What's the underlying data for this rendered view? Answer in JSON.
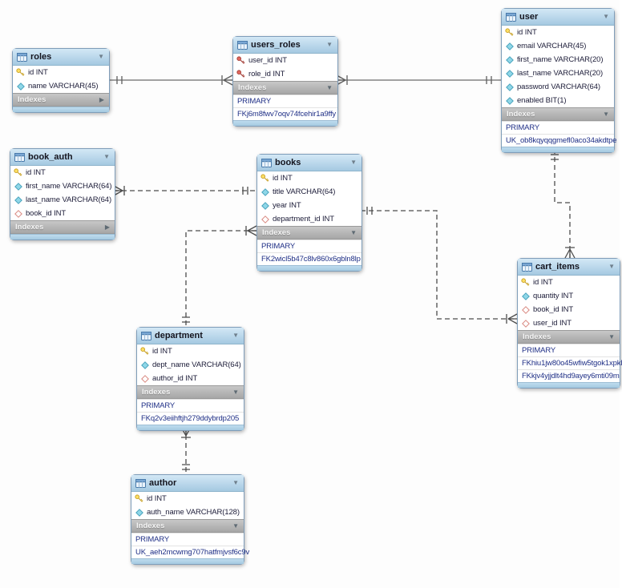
{
  "diagram": {
    "labels": {
      "indexes": "Indexes"
    },
    "colors": {
      "table_header": "#a5c9e1",
      "indexes_bar": "#a6a6a6",
      "index_text": "#1f2f86",
      "line_solid": "#6b6b6b",
      "line_dashed": "#4d4d4d",
      "pk_icon": "#ffe066",
      "pkfk_icon": "#d9534f",
      "notnull_icon": "#8fd7e8",
      "fk_icon": "#d98880"
    },
    "tables": [
      {
        "id": "roles",
        "name": "roles",
        "fields": [
          {
            "icon": "primary-key-icon",
            "label": "id INT"
          },
          {
            "icon": "not-null-icon",
            "label": "name VARCHAR(45)"
          }
        ],
        "indexes_collapsed": true,
        "indexes": []
      },
      {
        "id": "users_roles",
        "name": "users_roles",
        "fields": [
          {
            "icon": "primary-foreign-key-icon",
            "label": "user_id INT"
          },
          {
            "icon": "primary-foreign-key-icon",
            "label": "role_id INT"
          }
        ],
        "indexes_collapsed": false,
        "indexes": [
          "PRIMARY",
          "FKj6m8fwv7oqv74fcehir1a9ffy"
        ]
      },
      {
        "id": "user",
        "name": "user",
        "fields": [
          {
            "icon": "primary-key-icon",
            "label": "id INT"
          },
          {
            "icon": "not-null-icon",
            "label": "email VARCHAR(45)"
          },
          {
            "icon": "not-null-icon",
            "label": "first_name VARCHAR(20)"
          },
          {
            "icon": "not-null-icon",
            "label": "last_name VARCHAR(20)"
          },
          {
            "icon": "not-null-icon",
            "label": "password VARCHAR(64)"
          },
          {
            "icon": "not-null-icon",
            "label": "enabled BIT(1)"
          }
        ],
        "indexes_collapsed": false,
        "indexes": [
          "PRIMARY",
          "UK_ob8kqyqqgmefl0aco34akdtpe"
        ]
      },
      {
        "id": "book_auth",
        "name": "book_auth",
        "fields": [
          {
            "icon": "primary-key-icon",
            "label": "id INT"
          },
          {
            "icon": "not-null-icon",
            "label": "first_name VARCHAR(64)"
          },
          {
            "icon": "not-null-icon",
            "label": "last_name VARCHAR(64)"
          },
          {
            "icon": "foreign-key-icon",
            "label": "book_id INT"
          }
        ],
        "indexes_collapsed": true,
        "indexes": []
      },
      {
        "id": "books",
        "name": "books",
        "fields": [
          {
            "icon": "primary-key-icon",
            "label": "id INT"
          },
          {
            "icon": "not-null-icon",
            "label": "title VARCHAR(64)"
          },
          {
            "icon": "not-null-icon",
            "label": "year INT"
          },
          {
            "icon": "foreign-key-icon",
            "label": "department_id INT"
          }
        ],
        "indexes_collapsed": false,
        "indexes": [
          "PRIMARY",
          "FK2wicl5b47c8lv860x6gbln8lp"
        ]
      },
      {
        "id": "cart_items",
        "name": "cart_items",
        "fields": [
          {
            "icon": "primary-key-icon",
            "label": "id INT"
          },
          {
            "icon": "not-null-icon",
            "label": "quantity INT"
          },
          {
            "icon": "foreign-key-icon",
            "label": "book_id INT"
          },
          {
            "icon": "foreign-key-icon",
            "label": "user_id INT"
          }
        ],
        "indexes_collapsed": false,
        "indexes": [
          "PRIMARY",
          "FKhiu1jw80o45wfiw5tgok1xpkl",
          "FKkjv4yjjdlt4hd9ayey6mti09m"
        ]
      },
      {
        "id": "department",
        "name": "department",
        "fields": [
          {
            "icon": "primary-key-icon",
            "label": "id INT"
          },
          {
            "icon": "not-null-icon",
            "label": "dept_name VARCHAR(64)"
          },
          {
            "icon": "foreign-key-icon",
            "label": "author_id INT"
          }
        ],
        "indexes_collapsed": false,
        "indexes": [
          "PRIMARY",
          "FKq2v3eiihftjh279ddybrdp205"
        ]
      },
      {
        "id": "author",
        "name": "author",
        "fields": [
          {
            "icon": "primary-key-icon",
            "label": "id INT"
          },
          {
            "icon": "not-null-icon",
            "label": "auth_name VARCHAR(128)"
          }
        ],
        "indexes_collapsed": false,
        "indexes": [
          "PRIMARY",
          "UK_aeh2mcwmg707hatfmjvsf6c9v"
        ]
      }
    ],
    "relationships": [
      {
        "from": "roles",
        "to": "users_roles",
        "style": "solid",
        "cardinality": "one-to-many"
      },
      {
        "from": "user",
        "to": "users_roles",
        "style": "solid",
        "cardinality": "one-to-many"
      },
      {
        "from": "books",
        "to": "book_auth",
        "style": "dashed",
        "cardinality": "one-to-many"
      },
      {
        "from": "books",
        "to": "cart_items",
        "style": "dashed",
        "cardinality": "one-to-many"
      },
      {
        "from": "user",
        "to": "cart_items",
        "style": "dashed",
        "cardinality": "one-to-many"
      },
      {
        "from": "department",
        "to": "books",
        "style": "dashed",
        "cardinality": "one-to-many"
      },
      {
        "from": "author",
        "to": "department",
        "style": "dashed",
        "cardinality": "one-to-many"
      }
    ]
  }
}
